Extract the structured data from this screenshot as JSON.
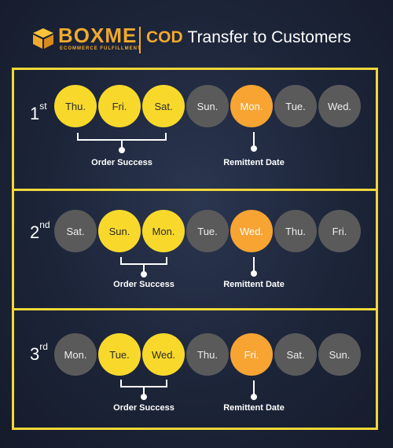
{
  "header": {
    "brand": "BOXME",
    "brand_sub": "ECOMMERCE FULFILLMENT",
    "title_cod": "COD",
    "title_rest": "Transfer to Customers"
  },
  "colors": {
    "accent": "#f0a92e",
    "border": "#f2d73a",
    "yellow": "#f8d92b",
    "orange": "#f7a433",
    "gray": "#5a5a5a"
  },
  "rows": [
    {
      "ordinal": "1",
      "ordinal_suffix": "st",
      "days": [
        {
          "label": "Thu.",
          "state": "yellow"
        },
        {
          "label": "Fri.",
          "state": "yellow"
        },
        {
          "label": "Sat.",
          "state": "yellow"
        },
        {
          "label": "Sun.",
          "state": "gray"
        },
        {
          "label": "Mon.",
          "state": "orange"
        },
        {
          "label": "Tue.",
          "state": "gray"
        },
        {
          "label": "Wed.",
          "state": "gray"
        }
      ],
      "order_label": "Order Success",
      "remit_label": "Remittent Date"
    },
    {
      "ordinal": "2",
      "ordinal_suffix": "nd",
      "days": [
        {
          "label": "Sat.",
          "state": "gray"
        },
        {
          "label": "Sun.",
          "state": "yellow"
        },
        {
          "label": "Mon.",
          "state": "yellow"
        },
        {
          "label": "Tue.",
          "state": "gray"
        },
        {
          "label": "Wed.",
          "state": "orange"
        },
        {
          "label": "Thu.",
          "state": "gray"
        },
        {
          "label": "Fri.",
          "state": "gray"
        }
      ],
      "order_label": "Order Success",
      "remit_label": "Remittent Date"
    },
    {
      "ordinal": "3",
      "ordinal_suffix": "rd",
      "days": [
        {
          "label": "Mon.",
          "state": "gray"
        },
        {
          "label": "Tue.",
          "state": "yellow"
        },
        {
          "label": "Wed.",
          "state": "yellow"
        },
        {
          "label": "Thu.",
          "state": "gray"
        },
        {
          "label": "Fri.",
          "state": "orange"
        },
        {
          "label": "Sat.",
          "state": "gray"
        },
        {
          "label": "Sun.",
          "state": "gray"
        }
      ],
      "order_label": "Order Success",
      "remit_label": "Remittent Date"
    }
  ]
}
